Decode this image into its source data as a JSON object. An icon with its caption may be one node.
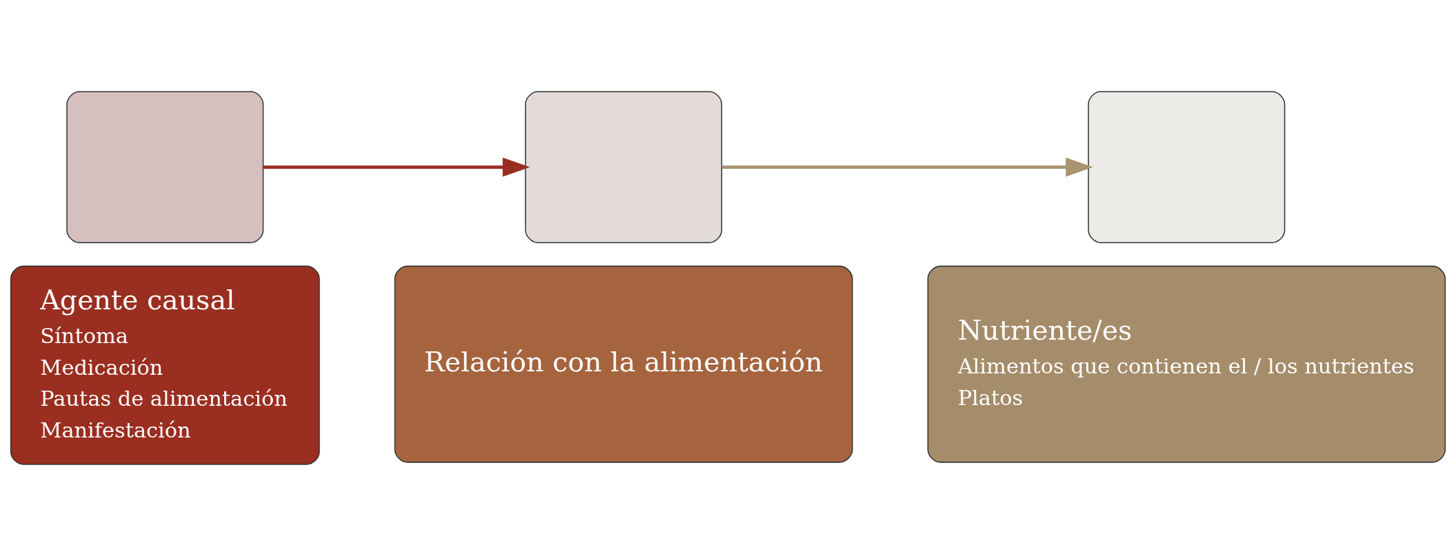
{
  "diagram": {
    "nodes": [
      {
        "text": [],
        "shape": "box"
      },
      {
        "text": [
          "Agente causal",
          "Síntoma",
          "Medicación",
          "Pautas de alimentación",
          "Manifestación"
        ]
      },
      {
        "text": [],
        "shape": "box"
      },
      {
        "text": [
          "Relación con la alimentación"
        ]
      },
      {
        "text": [],
        "shape": "box"
      },
      {
        "text": [
          "Nutriente/es",
          "Alimentos que contienen el / los nutrientes",
          "Platos"
        ]
      }
    ],
    "edges": [
      {
        "from": 0,
        "to": 2,
        "arrow": "to",
        "color": "#9a2e20"
      },
      {
        "from": 2,
        "to": 4,
        "arrow": "to",
        "color": "#a89470"
      }
    ]
  }
}
